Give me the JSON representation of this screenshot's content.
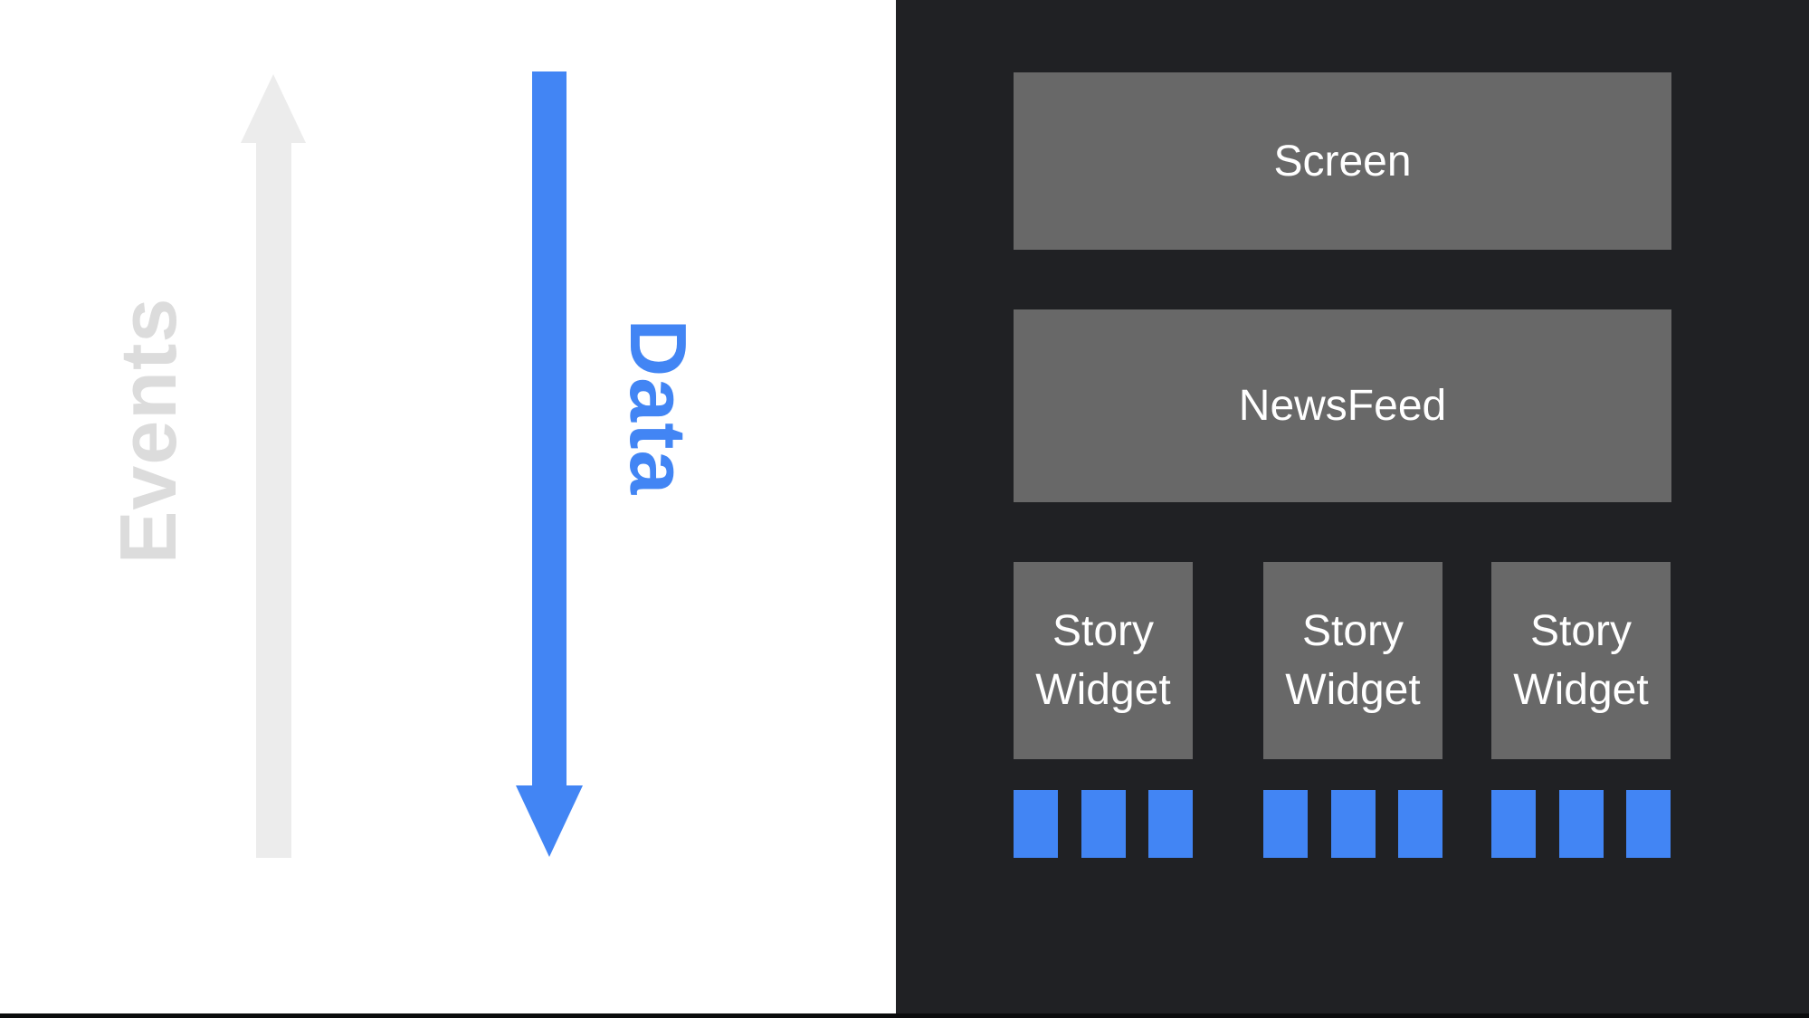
{
  "slide": {
    "left": {
      "events_label": "Events",
      "data_label": "Data"
    },
    "tree": {
      "screen_label": "Screen",
      "newsfeed_label": "NewsFeed",
      "story_widgets": [
        {
          "label": "Story Widget",
          "item_count": 3
        },
        {
          "label": "Story Widget",
          "item_count": 3
        },
        {
          "label": "Story Widget",
          "item_count": 3
        }
      ]
    },
    "colors": {
      "slide_bg": "#FFFFFF",
      "panel_bg": "#202124",
      "box_gray": "#686868",
      "box_text": "#FFFFFF",
      "accent_blue": "#4285F4",
      "arrow_gray": "#ECECEC",
      "events_gray": "#DCDCDC",
      "bottom_edge": "#0B0C0D"
    }
  }
}
